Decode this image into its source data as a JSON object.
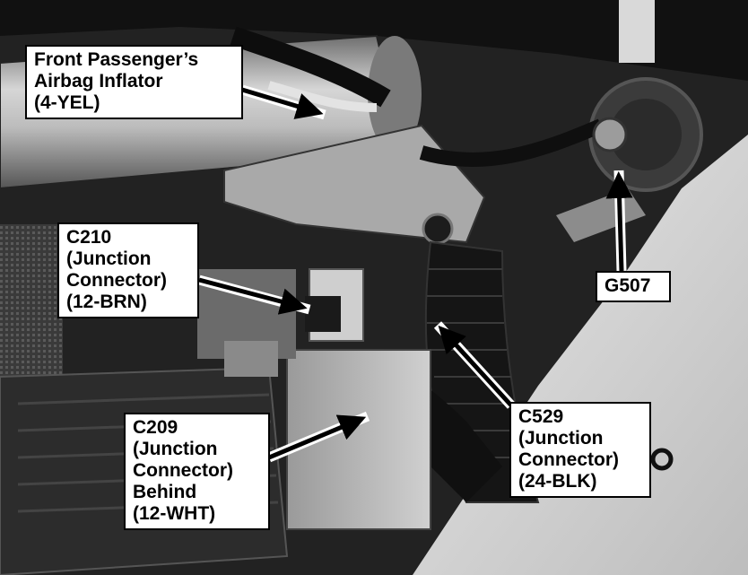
{
  "callouts": {
    "airbag": [
      "Front Passenger’s",
      "Airbag Inflator",
      "(4-YEL)"
    ],
    "c210": [
      "C210",
      "(Junction",
      "Connector)",
      "(12-BRN)"
    ],
    "g507": [
      "G507"
    ],
    "c209": [
      "C209",
      "(Junction",
      "Connector)",
      "Behind",
      "(12-WHT)"
    ],
    "c529": [
      "C529",
      "(Junction",
      "Connector)",
      "(24-BLK)"
    ]
  },
  "colors": {
    "label_bg": "#ffffff",
    "label_border": "#000000",
    "arrow": "#000000"
  }
}
